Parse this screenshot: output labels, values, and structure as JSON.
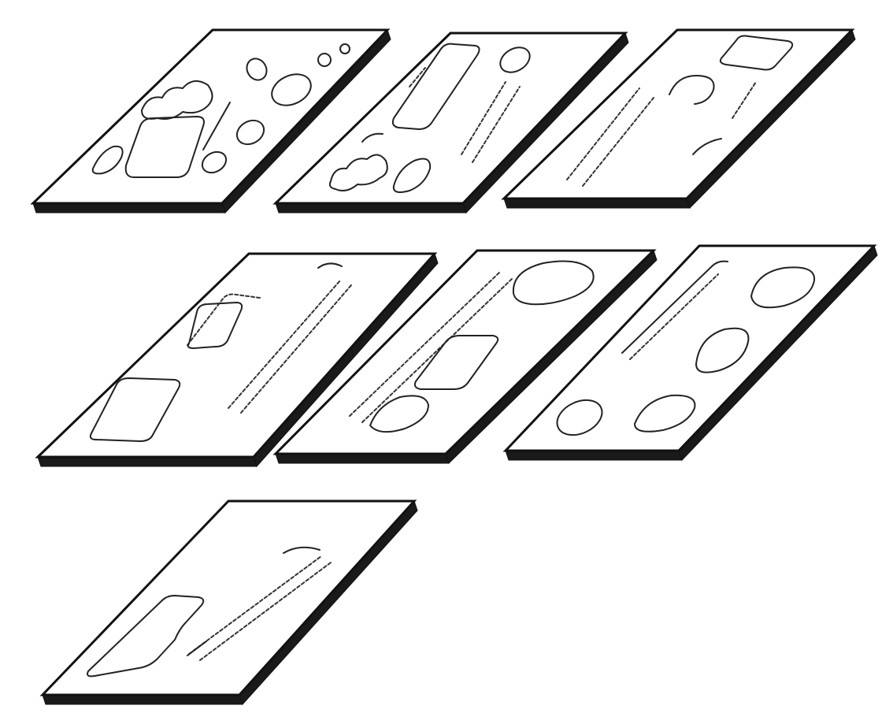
{
  "figure": {
    "plates": [
      {
        "id": "plate-1",
        "cutouts": [
          "rounded-rectangle",
          "circle",
          "circle",
          "circle",
          "oval",
          "clover",
          "bar",
          "circle"
        ]
      },
      {
        "id": "plate-2",
        "cutouts": [
          "rounded-rectangle",
          "bar",
          "clover",
          "oval",
          "circle"
        ]
      },
      {
        "id": "plate-3",
        "cutouts": [
          "rounded-rectangle",
          "hook",
          "bar"
        ]
      },
      {
        "id": "plate-4",
        "cutouts": [
          "bar",
          "rounded-rectangle",
          "rounded-rectangle",
          "bar"
        ]
      },
      {
        "id": "plate-5",
        "cutouts": [
          "oval",
          "bar",
          "rounded-rectangle",
          "oval"
        ]
      },
      {
        "id": "plate-6",
        "cutouts": [
          "oval",
          "oval",
          "circle",
          "oval",
          "bar"
        ]
      },
      {
        "id": "plate-7",
        "cutouts": [
          "rounded-rectangle",
          "bar"
        ]
      }
    ],
    "colors": {
      "ink": "#111111",
      "paper": "#ffffff",
      "edge_shade": "#1a1a1a"
    }
  }
}
